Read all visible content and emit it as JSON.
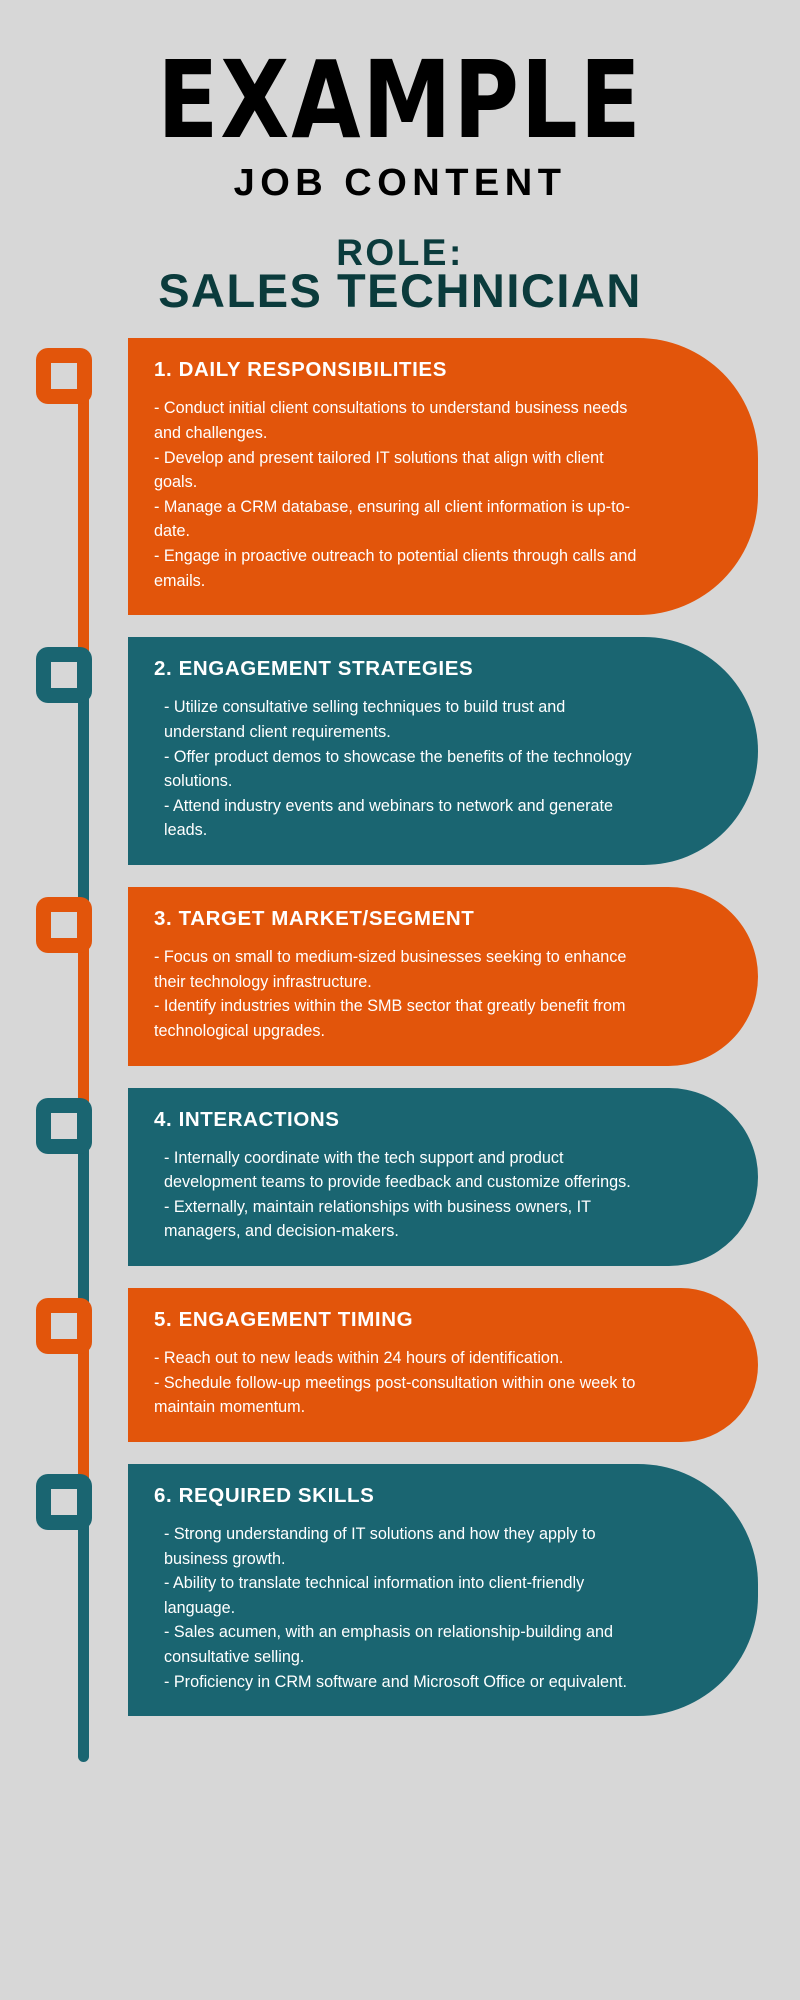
{
  "header": {
    "title": "EXAMPLE",
    "subtitle": "JOB CONTENT",
    "role_label": "ROLE:",
    "role_name": "SALES TECHNICIAN"
  },
  "colors": {
    "background": "#d7d7d7",
    "orange": "#e2550b",
    "teal": "#1a6571",
    "dark_teal": "#0b3b3c",
    "text_on_card": "#ffffff",
    "title_black": "#000000"
  },
  "sections": [
    {
      "number": "1.",
      "title": "1. DAILY RESPONSIBILITIES",
      "accent": "orange",
      "marker_icon": "square-marker-icon",
      "bullets": [
        "- Conduct initial client consultations to understand business needs and challenges.",
        "- Develop and present tailored IT solutions that align with client goals.",
        "- Manage a CRM database, ensuring all client information is up-to-date.",
        "- Engage in proactive outreach to potential clients through calls and emails."
      ]
    },
    {
      "number": "2.",
      "title": "2. ENGAGEMENT STRATEGIES",
      "accent": "teal",
      "marker_icon": "square-marker-icon",
      "bullets": [
        "- Utilize consultative selling techniques to build trust and understand client requirements.",
        "- Offer product demos to showcase the benefits of the technology solutions.",
        "- Attend industry events and webinars to network and generate leads."
      ]
    },
    {
      "number": "3.",
      "title": "3. TARGET MARKET/SEGMENT",
      "accent": "orange",
      "marker_icon": "square-marker-icon",
      "bullets": [
        "- Focus on small to medium-sized businesses seeking to enhance their technology infrastructure.",
        "- Identify industries within the SMB sector that greatly benefit from technological upgrades."
      ]
    },
    {
      "number": "4.",
      "title": "4. INTERACTIONS",
      "accent": "teal",
      "marker_icon": "square-marker-icon",
      "bullets": [
        "- Internally coordinate with the tech support and product development teams to provide feedback and customize offerings.",
        "- Externally, maintain relationships with business owners, IT managers, and decision-makers."
      ]
    },
    {
      "number": "5.",
      "title": "5. ENGAGEMENT TIMING",
      "accent": "orange",
      "marker_icon": "square-marker-icon",
      "bullets": [
        "- Reach out to new leads within 24 hours of identification.",
        "- Schedule follow-up meetings post-consultation within one week to maintain momentum."
      ]
    },
    {
      "number": "6.",
      "title": "6. REQUIRED SKILLS",
      "accent": "teal",
      "marker_icon": "square-marker-icon",
      "bullets": [
        "- Strong understanding of IT solutions and how they apply to business growth.",
        "- Ability to translate technical information into client-friendly language.",
        "- Sales acumen, with an emphasis on relationship-building and consultative selling.",
        "- Proficiency in CRM software and Microsoft Office or equivalent."
      ]
    }
  ]
}
